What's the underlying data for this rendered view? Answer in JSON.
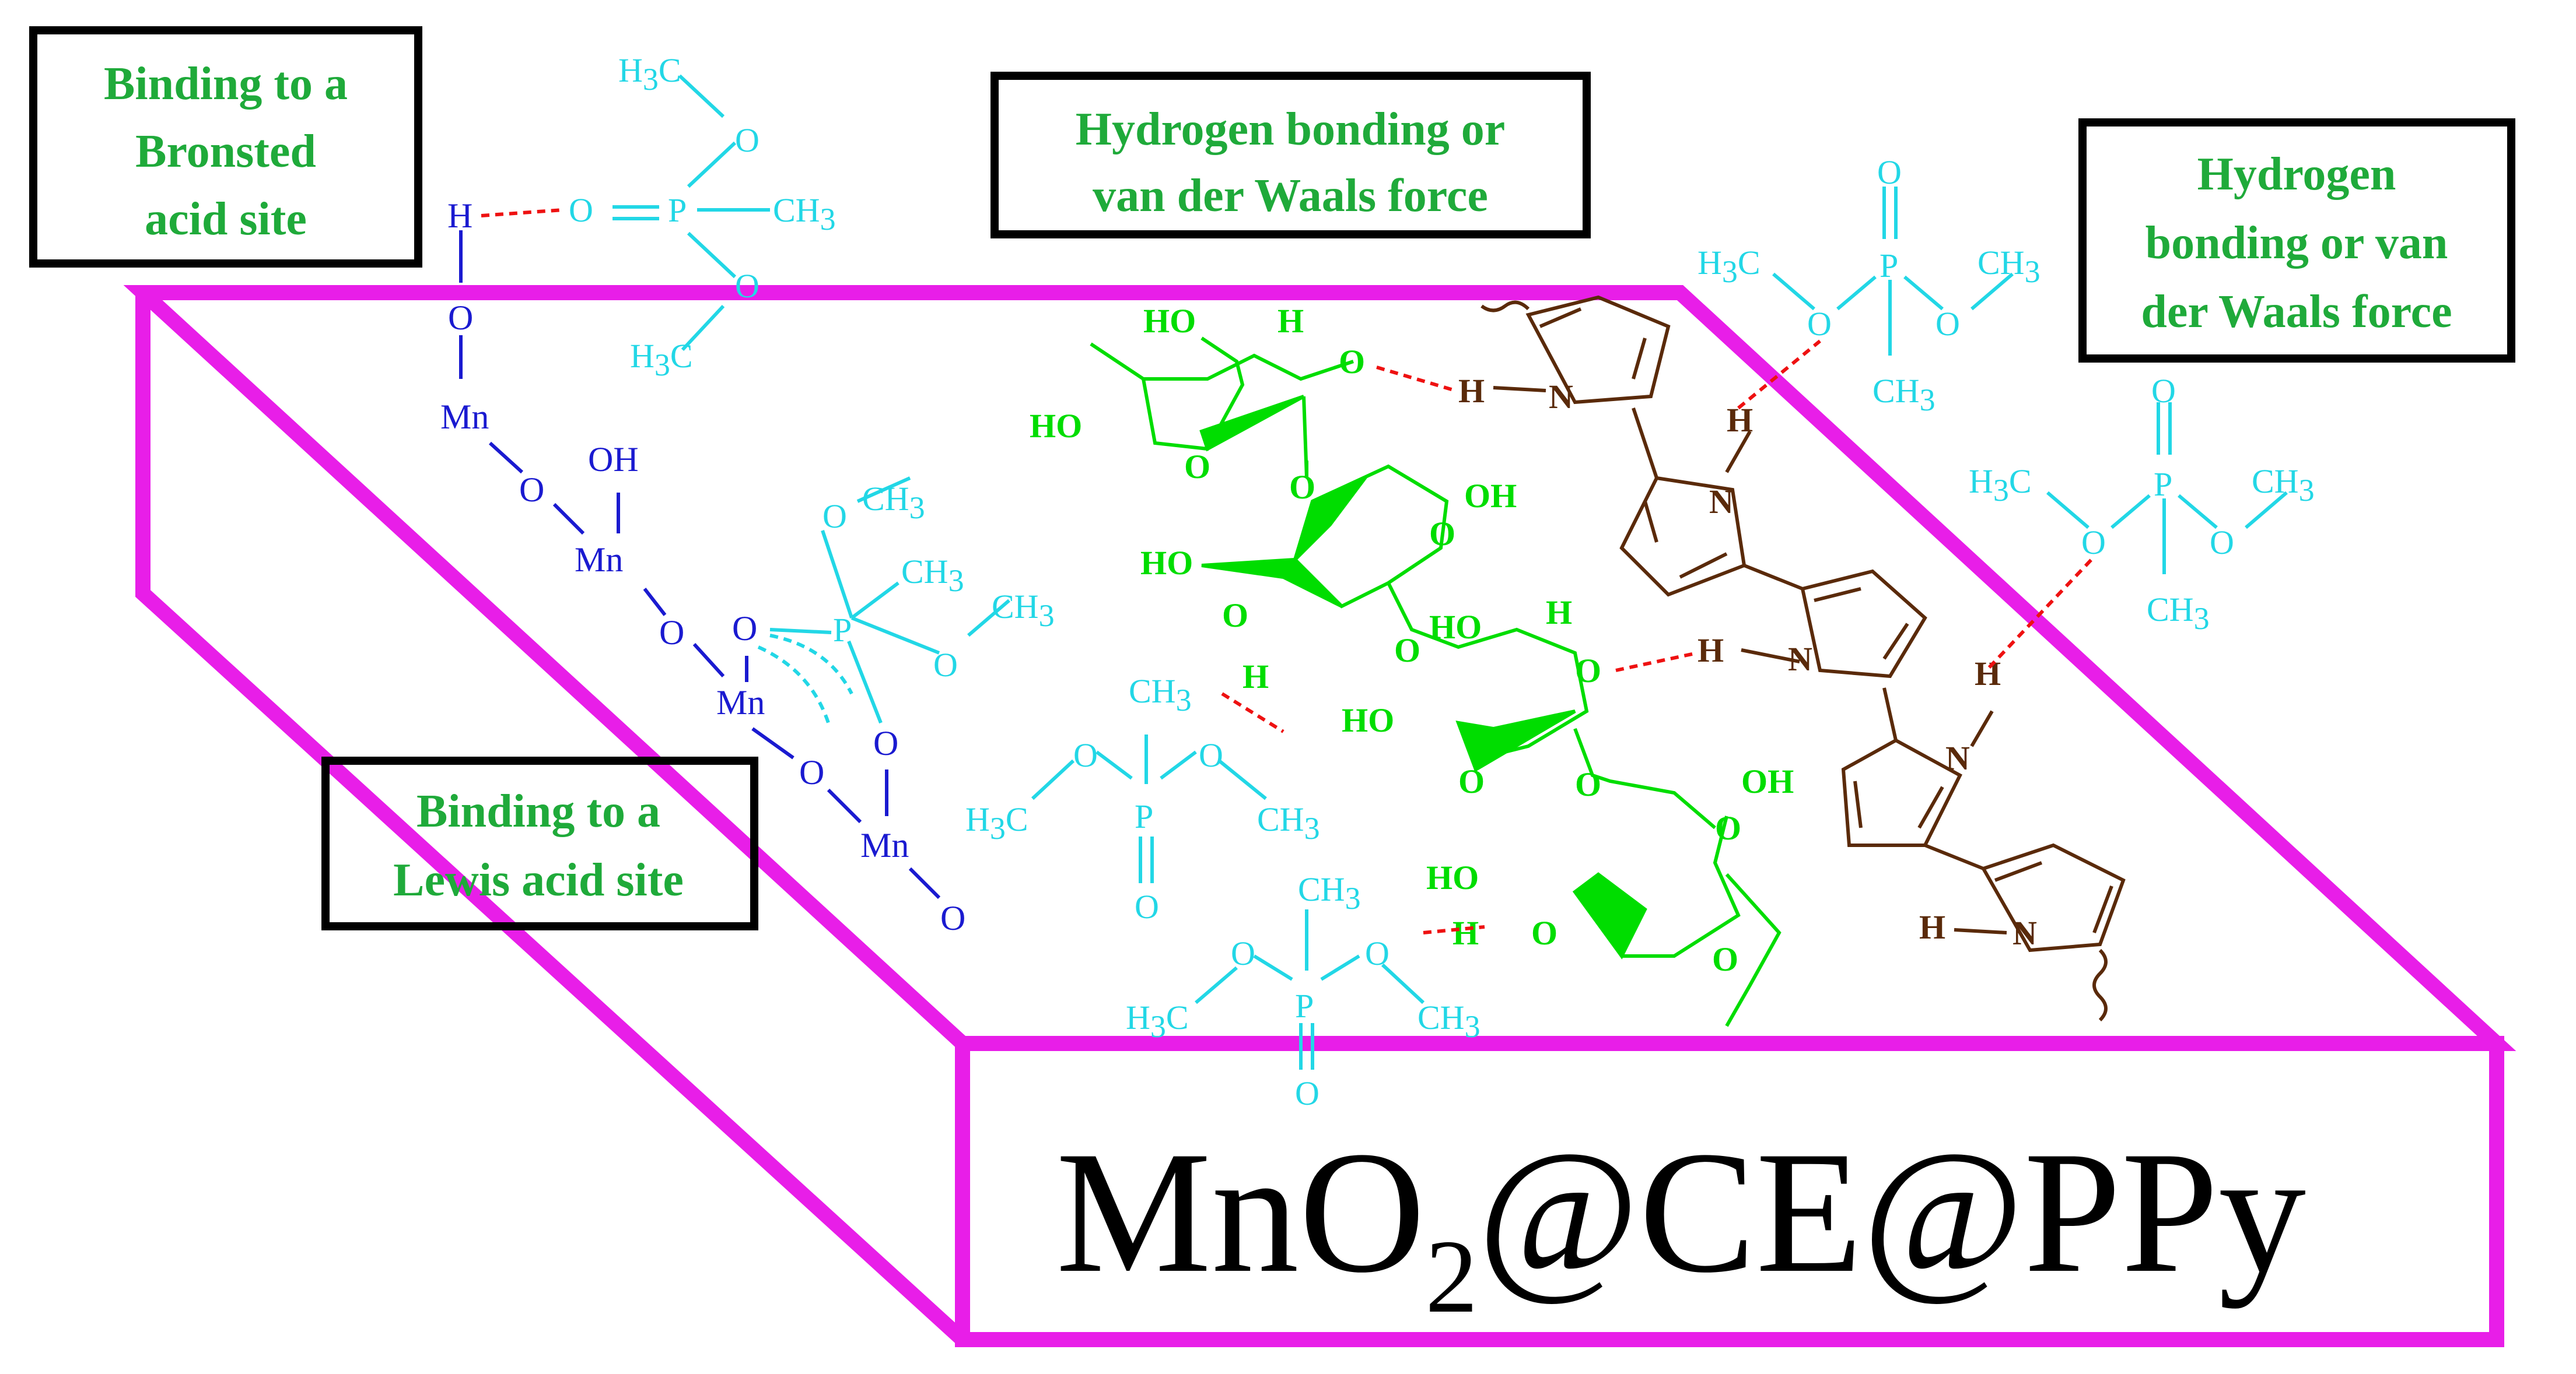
{
  "colors": {
    "slab": "#e81ee8",
    "box_label": "#1faa3a",
    "phosphonate": "#22d7e6",
    "mno2": "#1a1ad0",
    "cellulose": "#00dd00",
    "ppy": "#5a2a0a",
    "hbond": "#ee1111"
  },
  "boxes": {
    "bronsted": [
      "Binding to a",
      "Bronsted",
      "acid site"
    ],
    "lewis": [
      "Binding to a",
      "Lewis acid site"
    ],
    "hbond_center": [
      "Hydrogen bonding or",
      "van der Waals force"
    ],
    "hbond_right": [
      "Hydrogen",
      "bonding or van",
      "der Waals force"
    ]
  },
  "title": {
    "main_a": "MnO",
    "sub": "2",
    "main_b": "@CE@PPy"
  },
  "atoms": {
    "H": "H",
    "O": "O",
    "P": "P",
    "Mn": "Mn",
    "OH": "OH",
    "HO": "HO",
    "N": "N",
    "CH3_main": "CH",
    "CH3_sub": "3",
    "H3C_main_a": "H",
    "H3C_sub": "3",
    "H3C_main_b": "C"
  }
}
